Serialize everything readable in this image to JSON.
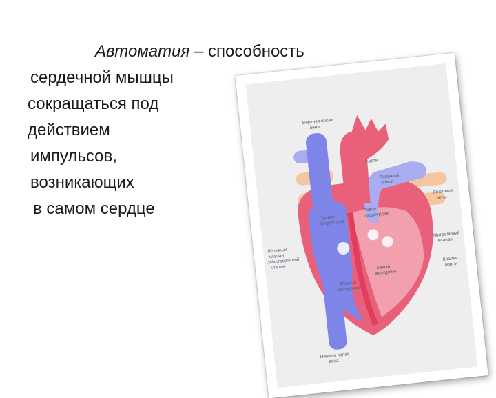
{
  "heading": {
    "term": "Автоматия",
    "line1_rest": " – способность",
    "line2": "сердечной мышцы",
    "line3": "сокращаться под",
    "line4": "действием",
    "line5": "импульсов,",
    "line6": "возникающих",
    "line7": "в самом сердце"
  },
  "diagram": {
    "labels": {
      "superior_vena_cava": [
        "Верхняя полая",
        "вена"
      ],
      "aorta": "Аорта",
      "pulmonary_trunk": [
        "Лёгочный",
        "ствол"
      ],
      "pulmonary_veins": [
        "Лёгочные",
        "вены"
      ],
      "right_atrium": [
        "Правое",
        "предсердие"
      ],
      "left_atrium": [
        "Левое",
        "предсердие"
      ],
      "valves_right": [
        "Лёгочный",
        "клапан",
        "Трёхстворчатый",
        "клапан"
      ],
      "mitral_valve": [
        "Митральный",
        "клапан"
      ],
      "aortic_valve": [
        "Клапан",
        "аорты"
      ],
      "left_ventricle": [
        "Левый",
        "желудочек"
      ],
      "right_ventricle": [
        "Правый",
        "желудочек"
      ],
      "inferior_vena_cava": [
        "Нижняя полая",
        "вена"
      ]
    },
    "colors": {
      "venous": "#7f85e8",
      "venous_light": "#a9adf0",
      "arterial": "#e8607a",
      "arterial_light": "#f3a0ae",
      "pulmonary_vein": "#f5c79e",
      "septum": "#e23d5f"
    }
  }
}
